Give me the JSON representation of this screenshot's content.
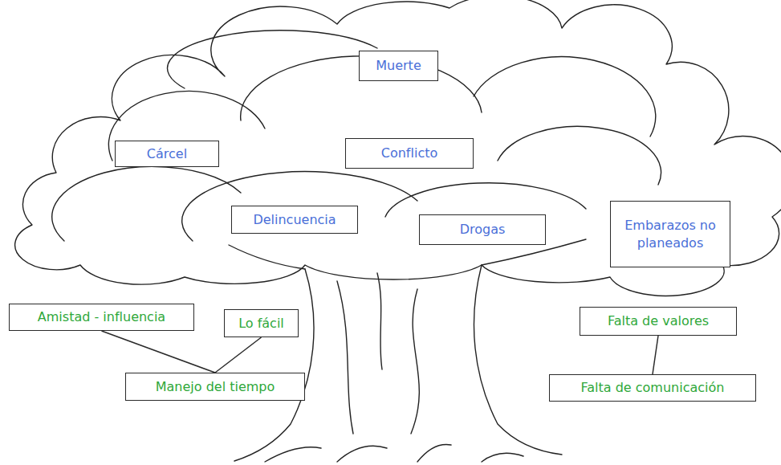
{
  "diagram": {
    "nodes": [
      {
        "text": [
          "Muerte"
        ]
      },
      {
        "text": [
          "Cárcel"
        ]
      },
      {
        "text": [
          "Conflicto"
        ]
      },
      {
        "text": [
          "Delincuencia"
        ]
      },
      {
        "text": [
          "Drogas"
        ]
      },
      {
        "text": [
          "Embarazos no planeados"
        ]
      },
      {
        "text": [
          "Amistad - influencia"
        ]
      },
      {
        "text": [
          "Lo fácil"
        ]
      },
      {
        "text": [
          "Falta de valores"
        ]
      },
      {
        "text": [
          "Manejo del tiempo"
        ]
      },
      {
        "text": [
          "Falta de comunicación"
        ]
      }
    ],
    "edges": [
      {
        "from": 6,
        "to": 9,
        "arrow": "none"
      },
      {
        "from": 7,
        "to": 9,
        "arrow": "none"
      },
      {
        "from": 8,
        "to": 10,
        "arrow": "none"
      }
    ]
  }
}
